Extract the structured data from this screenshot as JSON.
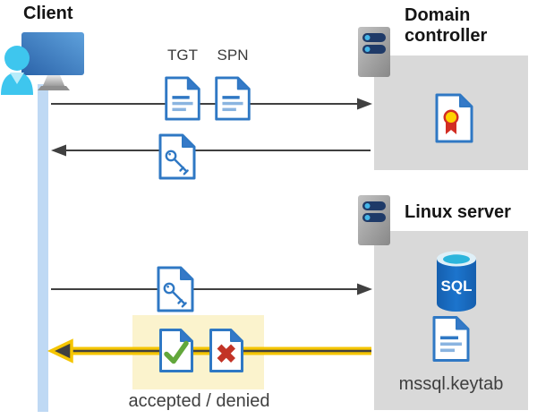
{
  "client": {
    "label": "Client"
  },
  "domain_controller": {
    "label": "Domain controller"
  },
  "linux_server": {
    "label": "Linux server",
    "sql_badge": "SQL",
    "keytab_file": "mssql.keytab"
  },
  "messages": {
    "tgt_label": "TGT",
    "spn_label": "SPN",
    "result_label": "accepted / denied"
  },
  "icons": {
    "client": "client-workstation-icon",
    "servers": "server-icon",
    "ticket_documents": "document-icon",
    "session_key": "key-document-icon",
    "certificate": "certificate-icon",
    "database": "sql-database-icon",
    "keytab": "document-icon",
    "accepted": "accepted-check-document-icon",
    "denied": "denied-x-document-icon"
  },
  "colors": {
    "doc_blue": "#2f78c4",
    "doc_line_light": "#8ab4e0",
    "accept_green": "#62a73b",
    "deny_red": "#c23326",
    "highlight_yellow": "#f5c500",
    "highlight_box_yellow": "#fbf3cd",
    "node_box_gray": "#d9d9d9",
    "lifeline_blue": "#bfd9f4",
    "arrow_gray": "#404040",
    "sql_blue": "#1666bb",
    "sql_cyan": "#2cb5dc",
    "server_pill_navy": "#1f3a68",
    "server_dot_cyan": "#45b6e8",
    "cert_red": "#d22d23",
    "cert_yellow": "#ffd200",
    "person_cyan": "#3ec6ee",
    "monitor_blue": "#2b63a9"
  }
}
